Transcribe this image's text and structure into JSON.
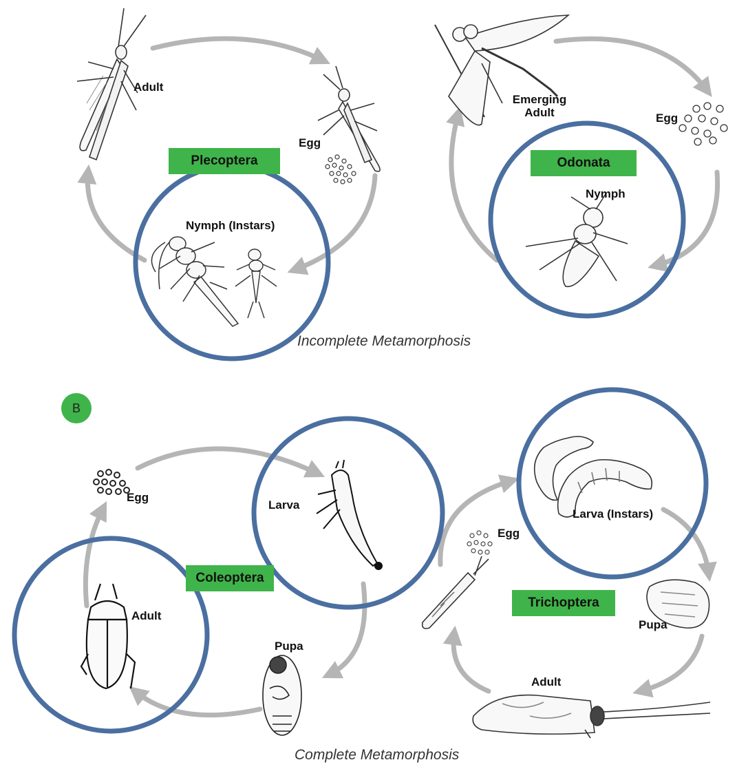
{
  "panel_a": {
    "plecoptera": {
      "order": "Plecoptera",
      "stages": {
        "adult": "Adult",
        "egg": "Egg",
        "nymph": "Nymph (Instars)"
      }
    },
    "odonata": {
      "order": "Odonata",
      "stages": {
        "emerging_adult": "Emerging\nAdult",
        "egg": "Egg",
        "nymph": "Nymph"
      }
    },
    "caption": "Incomplete Metamorphosis"
  },
  "panel_b": {
    "badge": "B",
    "coleoptera": {
      "order": "Coleoptera",
      "stages": {
        "egg": "Egg",
        "larva": "Larva",
        "pupa": "Pupa",
        "adult": "Adult"
      }
    },
    "trichoptera": {
      "order": "Trichoptera",
      "stages": {
        "egg": "Egg",
        "larva": "Larva (Instars)",
        "pupa": "Pupa",
        "adult": "Adult"
      }
    },
    "caption": "Complete Metamorphosis"
  },
  "colors": {
    "highlight_ring": "#4a6fa0",
    "order_tag": "#3fb44a",
    "cycle_arrow": "#b5b5b5"
  }
}
